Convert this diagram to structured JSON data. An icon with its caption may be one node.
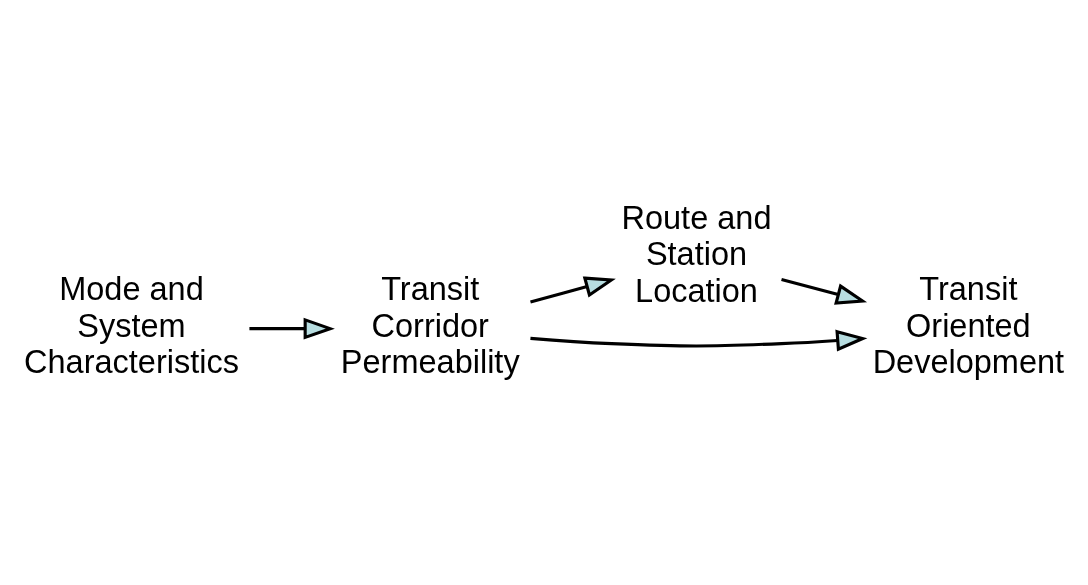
{
  "diagram": {
    "nodes": [
      {
        "text": [
          "Mode and System Characteristics"
        ]
      },
      {
        "text": [
          "Transit Corridor Permeability"
        ]
      },
      {
        "text": [
          "Route and Station Location"
        ]
      },
      {
        "text": [
          "Transit Oriented Development"
        ]
      }
    ],
    "edges": [
      {
        "from": 0,
        "to": 1,
        "arrow": "to"
      },
      {
        "from": 1,
        "to": 2,
        "arrow": "to"
      },
      {
        "from": 2,
        "to": 3,
        "arrow": "to"
      },
      {
        "from": 1,
        "to": 3,
        "arrow": "to"
      }
    ]
  }
}
